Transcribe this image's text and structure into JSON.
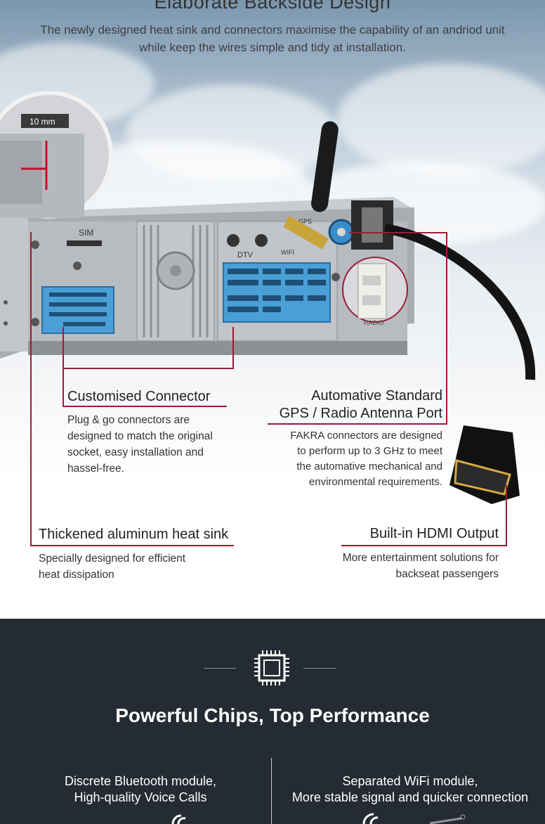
{
  "header": {
    "title": "Elaborate Backside Design",
    "subtitle": "The newly designed heat sink and connectors maximise the capability of an andriod unit while keep the wires simple and tidy at installation."
  },
  "device": {
    "mm_label": "10 mm",
    "sim_label": "SIM",
    "dtv_label": "DTV",
    "wifi_label": "WIFI",
    "gps_label": "GPS",
    "radio_label": "RADIO"
  },
  "features": {
    "connector": {
      "title": "Customised Connector",
      "desc": "Plug & go connectors are designed to match the original socket, easy installation and hassel-free."
    },
    "antenna": {
      "title_line1": "Automative Standard",
      "title_line2": "GPS / Radio Antenna Port",
      "desc": "FAKRA connectors are designed to perform up to 3 GHz to meet the automative mechanical and environmental requirements."
    },
    "heatsink": {
      "title": "Thickened aluminum heat sink",
      "desc": "Specially designed for efficient heat dissipation"
    },
    "hdmi": {
      "title": "Built-in HDMI Output",
      "desc": "More entertainment solutions for backseat passengers"
    }
  },
  "performance": {
    "title": "Powerful Chips, Top Performance",
    "left": {
      "line1": "Discrete Bluetooth module,",
      "line2": "High-quality Voice Calls"
    },
    "right": {
      "line1": "Separated WiFi module,",
      "line2": "More stable signal and quicker connection"
    }
  },
  "colors": {
    "accent": "#9e1a36",
    "dark_bg": "#252b32",
    "connector_blue": "#4a9fd6"
  },
  "icons": [
    "chip-icon",
    "bluetooth-wave-icon",
    "wifi-wave-icon"
  ]
}
